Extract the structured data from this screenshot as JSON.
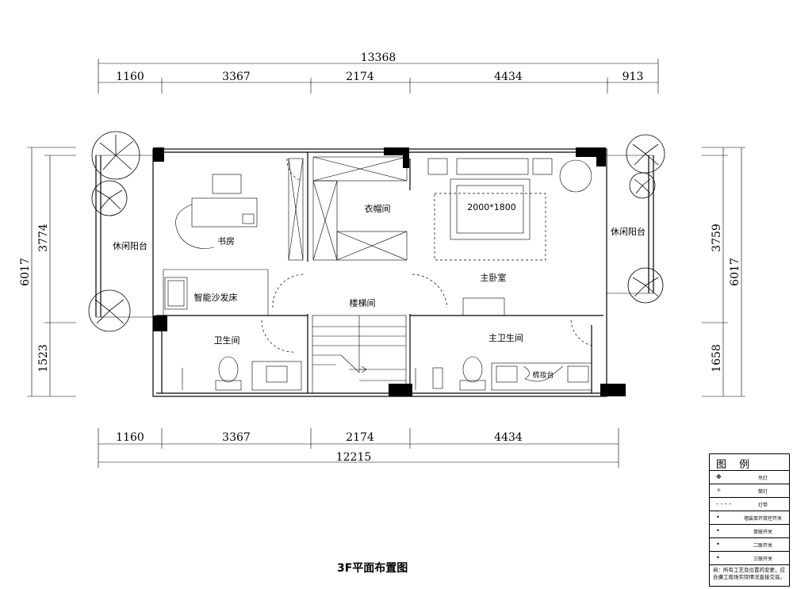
{
  "top_dimensions": {
    "total": "13368",
    "segments": [
      "1160",
      "3367",
      "2174",
      "4434",
      "913"
    ]
  },
  "bottom_dimensions": {
    "total": "12215",
    "segments": [
      "1160",
      "3367",
      "2174",
      "4434"
    ]
  },
  "left_dimensions": {
    "total": "6017",
    "upper": "3774",
    "lower": "1523"
  },
  "right_dimensions": {
    "total": "6017",
    "upper": "3759",
    "lower": "1658"
  },
  "rooms": {
    "balcony_left": "休闲阳台",
    "study": "书房",
    "sofa_bed": "智能沙发床",
    "bathroom": "卫生间",
    "cloakroom": "衣帽间",
    "stair": "楼梯间",
    "master_bedroom": "主卧室",
    "bed_size": "2000*1800",
    "master_bathroom": "主卫生间",
    "vanity": "梳妆台",
    "balcony_right": "休闲阳台"
  },
  "caption": "3F平面布置图",
  "legend": {
    "title": "图 例",
    "items": [
      {
        "icon": "pendant-lamp-icon",
        "label": "吊灯"
      },
      {
        "icon": "downlight-icon",
        "label": "筒灯"
      },
      {
        "icon": "light-strip-icon",
        "label": "灯带"
      },
      {
        "icon": "double-control-switch-icon",
        "label": "墙装单开双控开关"
      },
      {
        "icon": "single-switch-icon",
        "label": "单联开关"
      },
      {
        "icon": "double-switch-icon",
        "label": "二联开关"
      },
      {
        "icon": "triple-switch-icon",
        "label": "三联开关"
      }
    ],
    "note": "另：所有工艺及位置的变更，应合遵工现场实际情况直接交底。"
  }
}
